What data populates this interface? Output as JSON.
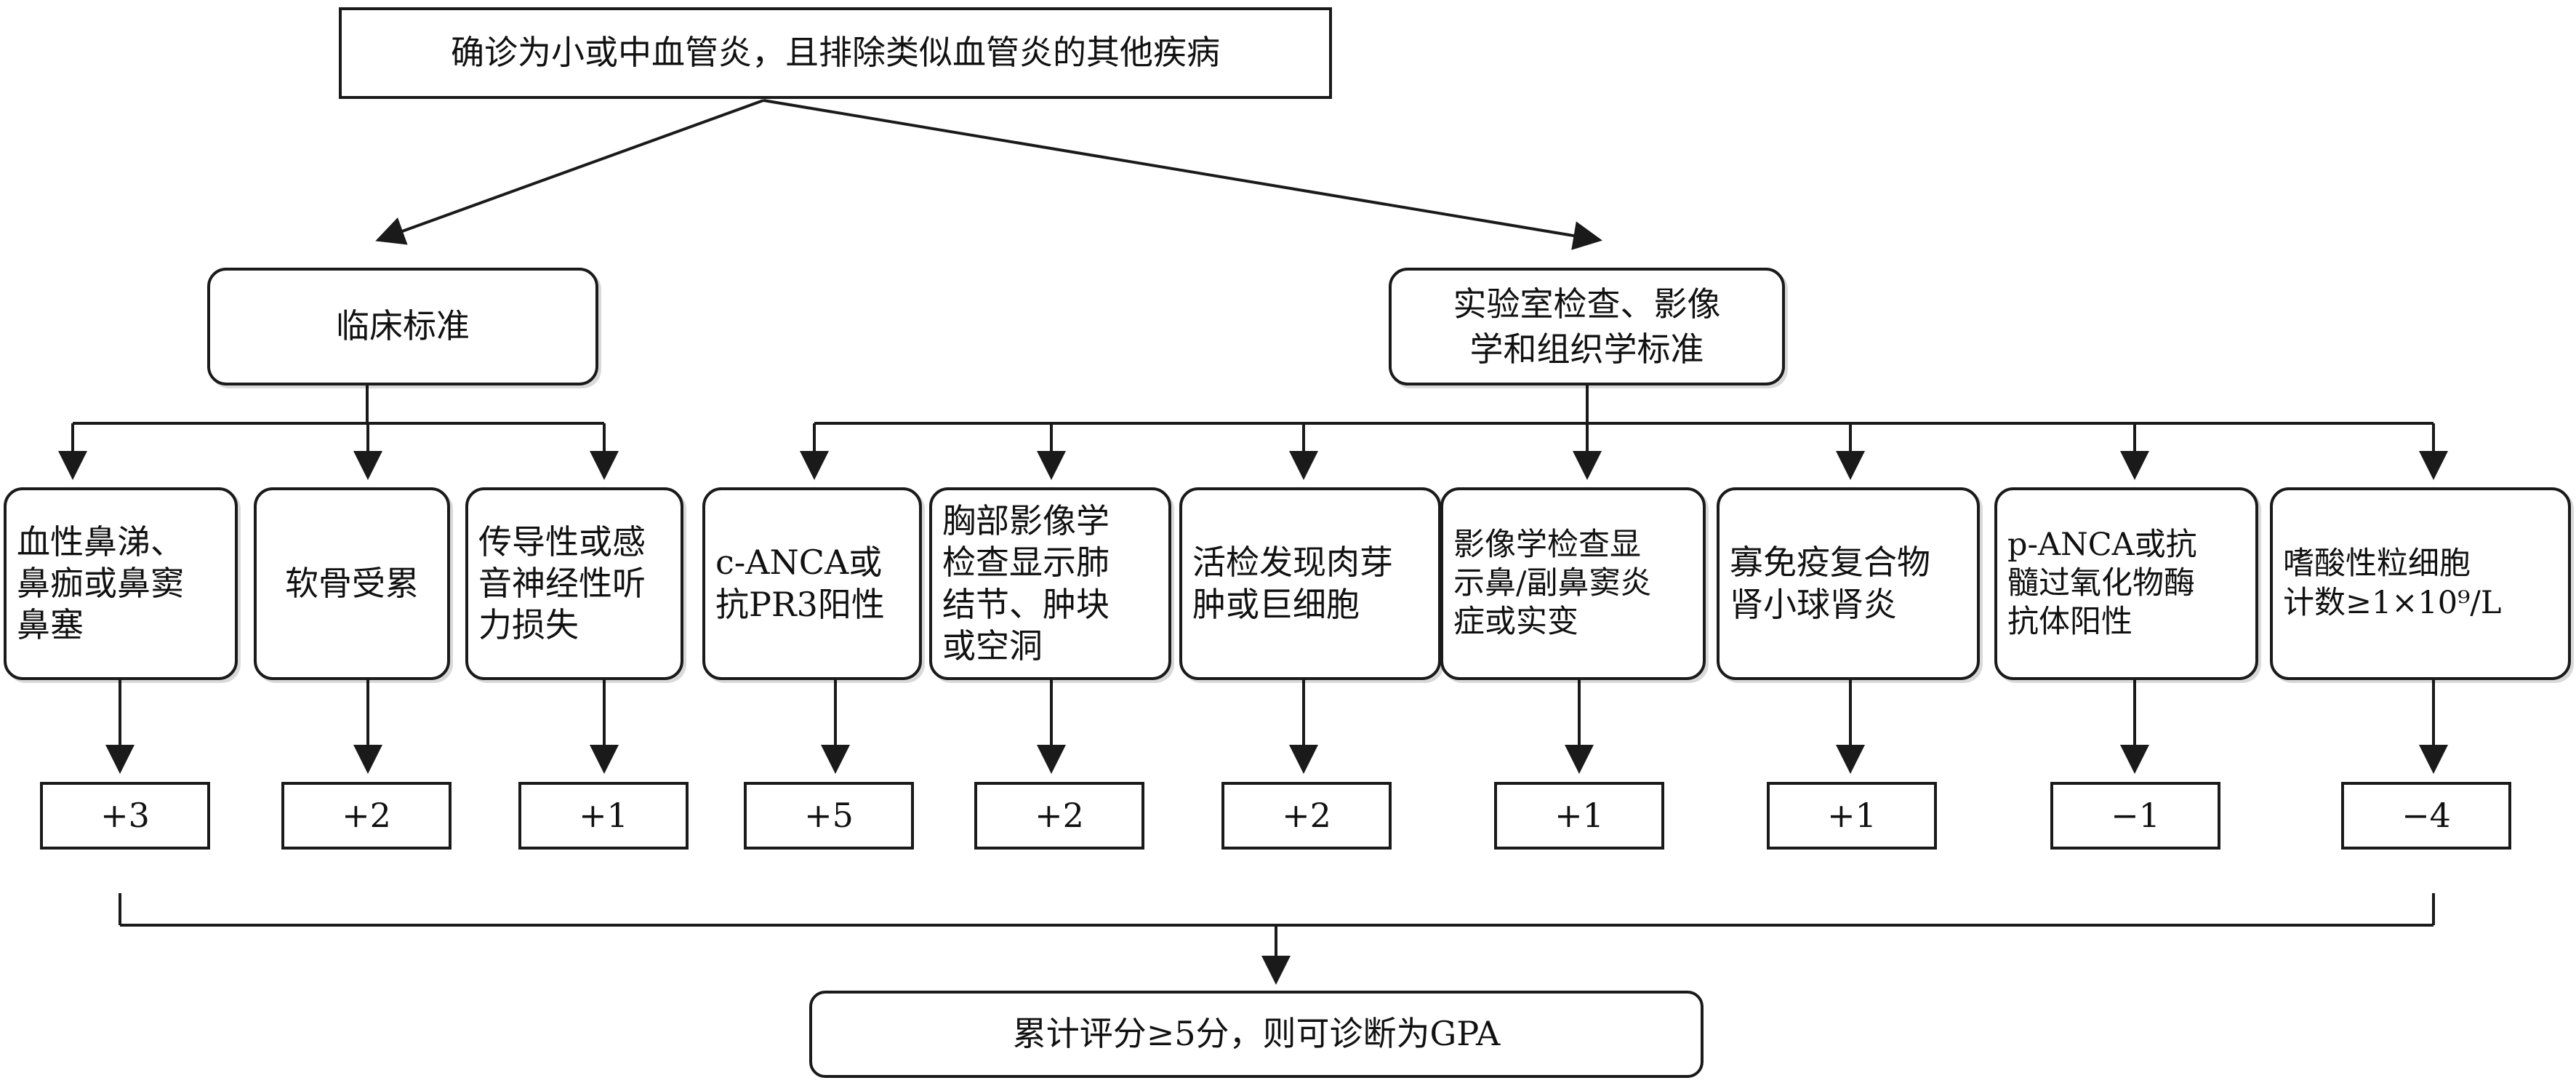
{
  "root": "确诊为小或中血管炎，且排除类似血管炎的其他疾病",
  "branches": {
    "clinical": "临床标准",
    "lab": "实验室检查、影像\n学和组织学标准"
  },
  "criteria": [
    {
      "text": "血性鼻涕、\n鼻痂或鼻窦\n鼻塞",
      "score": "+3"
    },
    {
      "text": "软骨受累",
      "score": "+2"
    },
    {
      "text": "传导性或感\n音神经性听\n力损失",
      "score": "+1"
    },
    {
      "text": "c-ANCA或\n抗PR3阳性",
      "score": "+5"
    },
    {
      "text": "胸部影像学\n检查显示肺\n结节、肿块\n或空洞",
      "score": "+2"
    },
    {
      "text": "活检发现肉芽\n肿或巨细胞",
      "score": "+2"
    },
    {
      "text": "影像学检查显\n示鼻/副鼻窦炎\n症或实变",
      "score": "+1"
    },
    {
      "text": "寡免疫复合物\n肾小球肾炎",
      "score": "+1"
    },
    {
      "text": "p-ANCA或抗\n髓过氧化物酶\n抗体阳性",
      "score": "−1"
    },
    {
      "text": "嗜酸性粒细胞\n计数≥1×10⁹/L",
      "score": "−4"
    }
  ],
  "conclusion": "累计评分≥5分，则可诊断为GPA"
}
